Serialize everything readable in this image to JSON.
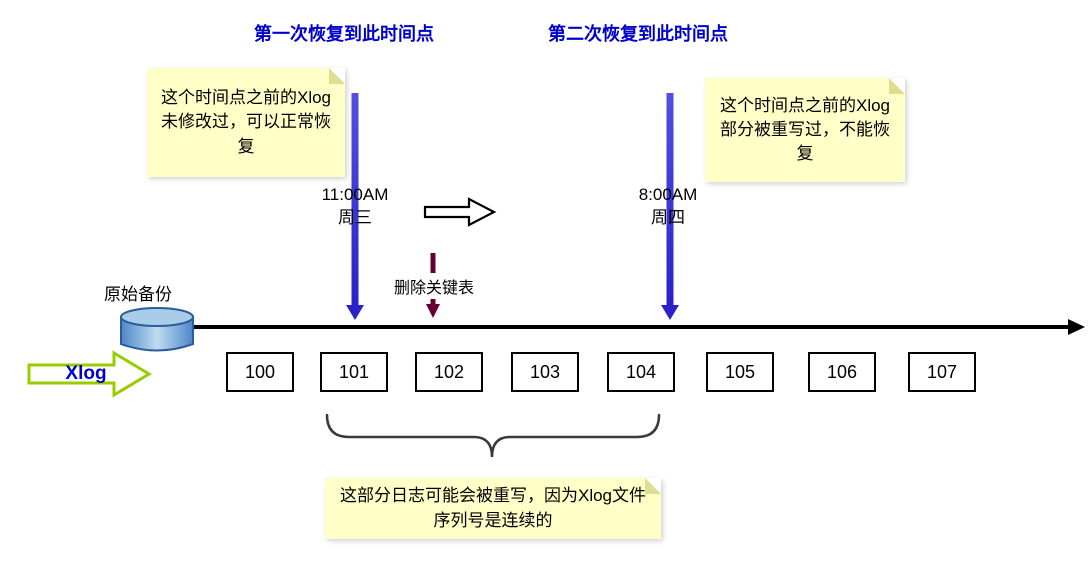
{
  "titles": {
    "first": "第一次恢复到此时间点",
    "second": "第二次恢复到此时间点"
  },
  "notes": {
    "left": "这个时间点之前的Xlog未修改过，可以正常恢复",
    "right": "这个时间点之前的Xlog部分被重写过，不能恢复",
    "bottom": "这部分日志可能会被重写，因为Xlog文件序列号是连续的"
  },
  "timepoints": {
    "first": {
      "time": "11:00AM",
      "day": "周三"
    },
    "second": {
      "time": "8:00AM",
      "day": "周四"
    }
  },
  "event_label": "删除关键表",
  "backup_label": "原始备份",
  "xlog_label": "Xlog",
  "segments": [
    "100",
    "101",
    "102",
    "103",
    "104",
    "105",
    "106",
    "107"
  ],
  "colors": {
    "title_blue": "#0000CC",
    "arrow_blue": "#2A22C8",
    "note_yellow": "#FFFFC8",
    "event_red": "#660033",
    "xlog_green": "#99CC00",
    "cylinder_blue": "#5A90CC"
  }
}
